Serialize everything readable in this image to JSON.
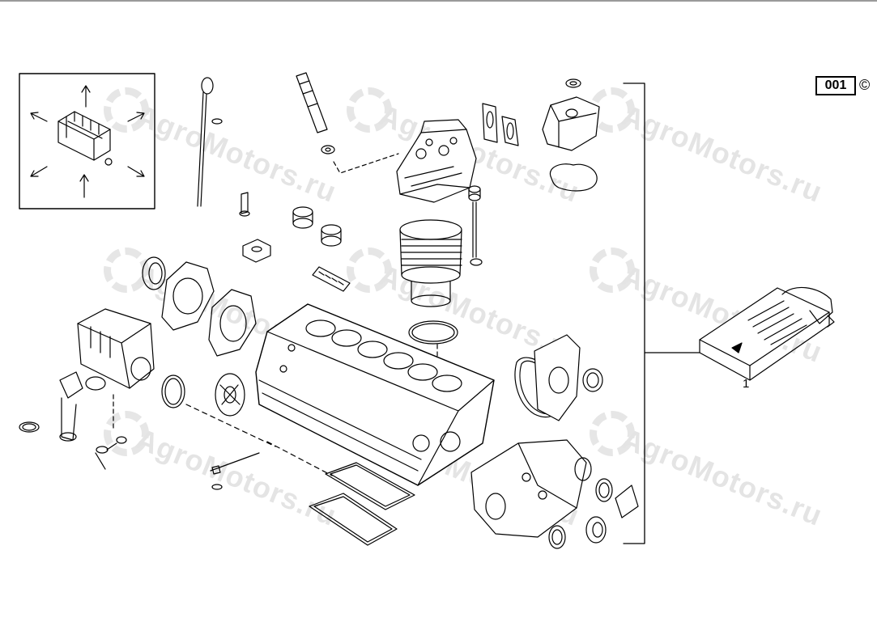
{
  "diagram": {
    "page_code": "001",
    "copyright_symbol": "©",
    "callout_label": "1",
    "watermark": "AgroMotors.ru",
    "line_color": "#000000",
    "watermark_color": "#e4e4e4"
  }
}
